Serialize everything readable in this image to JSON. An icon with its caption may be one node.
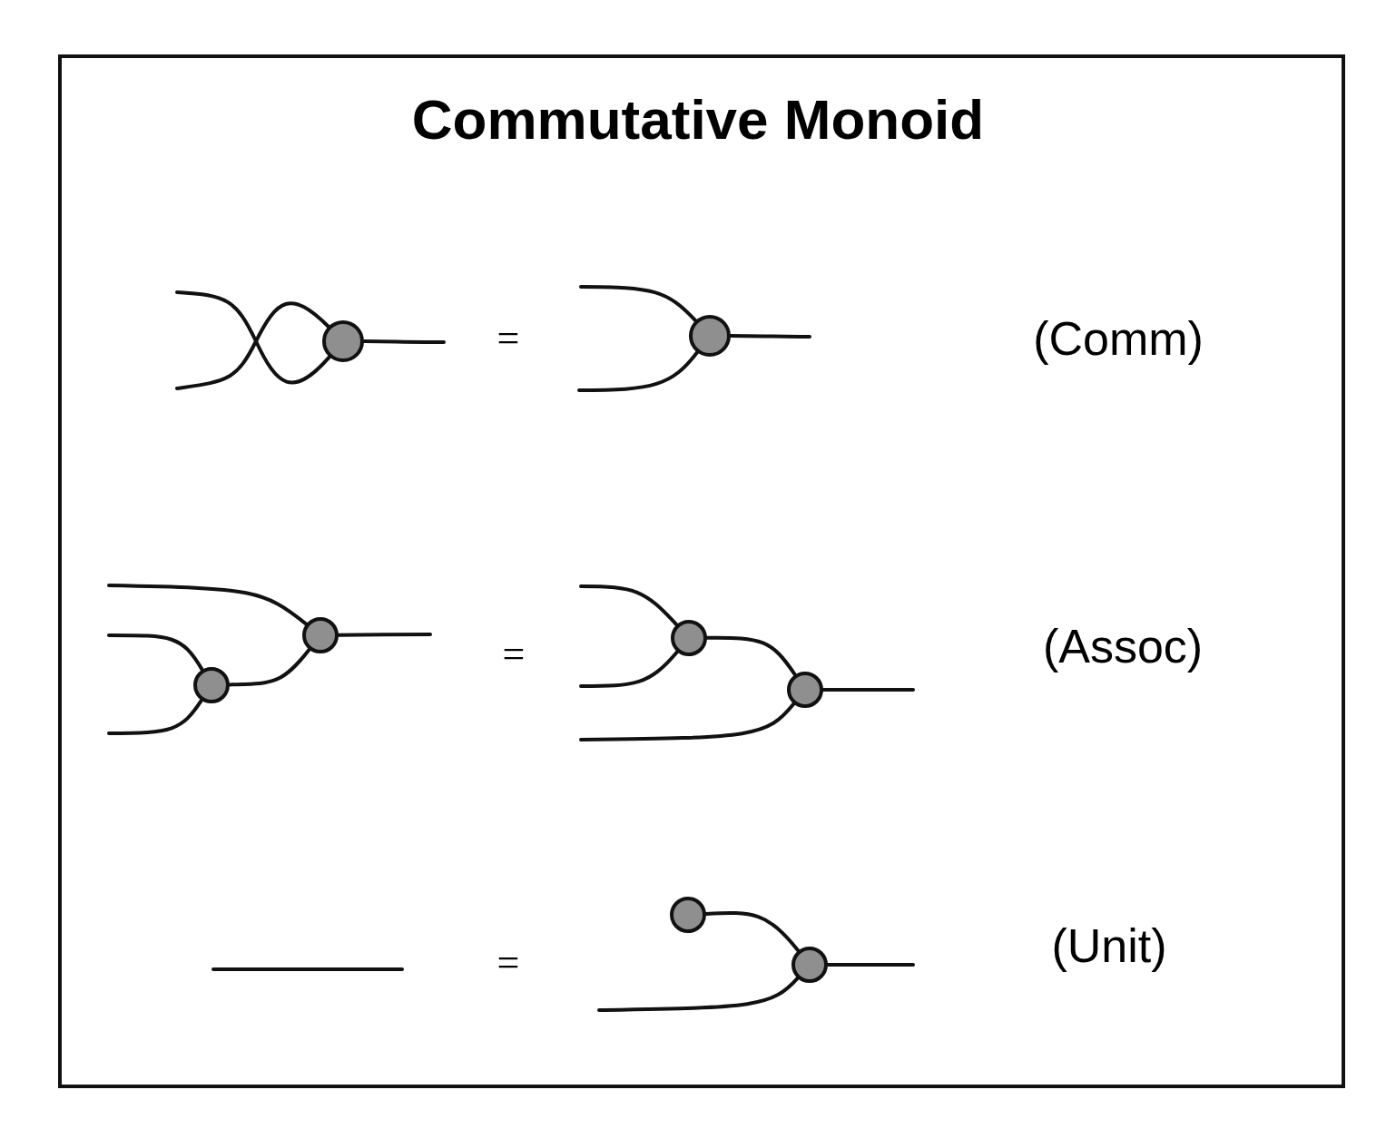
{
  "diagram": {
    "title": "Commutative Monoid",
    "nodes": [
      {
        "text": [],
        "shape": "circle"
      },
      {
        "text": [],
        "shape": "circle"
      },
      {
        "text": [],
        "shape": "circle"
      },
      {
        "text": [],
        "shape": "circle"
      },
      {
        "text": [],
        "shape": "circle"
      },
      {
        "text": [],
        "shape": "circle"
      },
      {
        "text": [],
        "shape": "circle"
      },
      {
        "text": [],
        "shape": "circle"
      }
    ],
    "edges": [
      {
        "from": null,
        "to": 0,
        "arrow": "none"
      },
      {
        "from": null,
        "to": 0,
        "arrow": "none"
      },
      {
        "from": 0,
        "to": null,
        "arrow": "none"
      },
      {
        "from": null,
        "to": 1,
        "arrow": "none"
      },
      {
        "from": null,
        "to": 1,
        "arrow": "none"
      },
      {
        "from": 1,
        "to": null,
        "arrow": "none"
      },
      {
        "from": null,
        "to": 2,
        "arrow": "none"
      },
      {
        "from": null,
        "to": 3,
        "arrow": "none"
      },
      {
        "from": null,
        "to": 3,
        "arrow": "none"
      },
      {
        "from": 3,
        "to": 2,
        "arrow": "none"
      },
      {
        "from": 2,
        "to": null,
        "arrow": "none"
      },
      {
        "from": null,
        "to": 4,
        "arrow": "none"
      },
      {
        "from": null,
        "to": 4,
        "arrow": "none"
      },
      {
        "from": 4,
        "to": 5,
        "arrow": "none"
      },
      {
        "from": null,
        "to": 5,
        "arrow": "none"
      },
      {
        "from": 5,
        "to": null,
        "arrow": "none"
      },
      {
        "from": 6,
        "to": 7,
        "arrow": "none"
      },
      {
        "from": null,
        "to": 7,
        "arrow": "none"
      },
      {
        "from": 7,
        "to": null,
        "arrow": "none"
      }
    ],
    "labels": [
      "=",
      "(Comm)",
      "=",
      "(Assoc)",
      "=",
      "(Unit)"
    ]
  }
}
